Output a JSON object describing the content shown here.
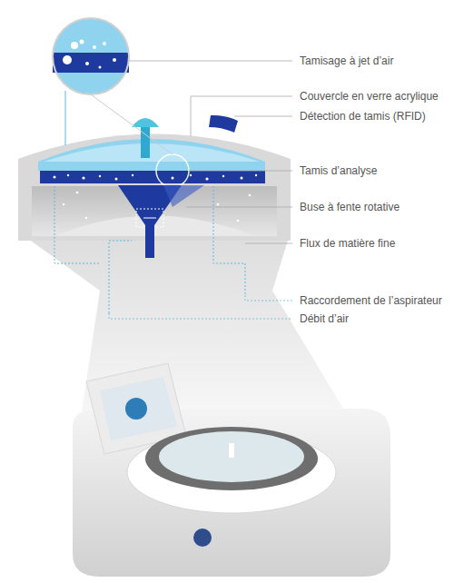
{
  "diagram": {
    "labels": [
      "Tamisage à jet d’air",
      "Couvercle en verre acrylique",
      "Détection de tamis (RFID)",
      "Tamis d’analyse",
      "Buse à fente rotative",
      "Flux de matière fine",
      "Raccordement de l’aspirateur",
      "Débit d’air"
    ]
  }
}
